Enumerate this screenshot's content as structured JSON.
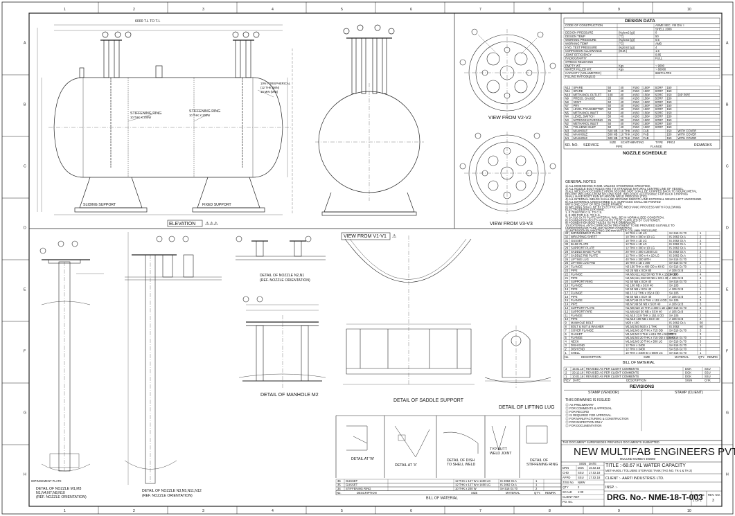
{
  "zones": {
    "columns": [
      "1",
      "2",
      "3",
      "4",
      "5",
      "6",
      "7",
      "8",
      "9",
      "10"
    ],
    "rows": [
      "A",
      "B",
      "C",
      "D",
      "E",
      "F",
      "G",
      "H"
    ]
  },
  "views": {
    "elevation": "ELEVATION",
    "view_v1": "VIEW FROM V1-V1",
    "view_v2": "VIEW FROM V2-V2",
    "view_v3": "VIEW FROM V3-V3",
    "nozzle_m1": [
      "DETAIL OF NOZZLE M1,M3",
      "N1,N4,N7,N8,N10",
      "(REF. NOZZLE ORIENTATION)"
    ],
    "nozzle_n3": [
      "DETAIL OF NOZZLE N3,N5,N11,N12",
      "(REF. NOZZLE ORIENTATION)"
    ],
    "nozzle_n2": [
      "DETAIL OF NOZZLE N2,N1",
      "(REF. NOZZLE ORIENTATION)"
    ],
    "manhole": "DETAIL OF MANHOLE M2",
    "saddle": "DETAIL OF SADDLE SUPPORT",
    "lifting_lug": "DETAIL OF LIFTING LUG",
    "detail_w": "DETAIL AT 'W'",
    "detail_x": "DETAIL AT 'X'",
    "detail_dish": [
      "DETAIL OF DISH",
      "TO SHELL WELD"
    ],
    "typ_butt": [
      "TYP BUTT",
      "WELD JOINT"
    ],
    "stiff_ring": [
      "DETAIL OF",
      "STIFFENING RING"
    ]
  },
  "elevation_labels": {
    "stiffening_ring_1": [
      "STIFFENING RING",
      "10 THK X 200W"
    ],
    "stiffening_ring_2": [
      "STIFFENING RING",
      "10 THK X 200W"
    ],
    "torispherical": [
      "10%  TORISPHERICAL",
      "(12 THK (MIN)",
      "10 MIN (MIN)"
    ],
    "sliding_support": "SLIDING SUPPORT",
    "fixed_support": "FIXED SUPPORT",
    "impingement": "IMPINGEMENT PLATE",
    "dim_top": "6000 T.L TO T.L"
  },
  "design_data": {
    "title": "DESIGN DATA",
    "rows": [
      [
        "CODE OF CONSTRUCTION",
        "",
        "ASME SEC. VIII DIV. I"
      ],
      [
        "",
        "",
        "SHELL 2008"
      ],
      [
        "DESIGN PRESSURE",
        "(Kg/cm2 (g))",
        "0"
      ],
      [
        "DESIGN TEMP",
        "(°C)",
        "50"
      ],
      [
        "WORKING PRESSURE",
        "(Kg/cm2 (g))",
        "0.5"
      ],
      [
        "WORKING TEMP",
        "(°C)",
        "AMB"
      ],
      [
        "HYD. TEST PRESSURE",
        "(Kg/cm2 (g))",
        "4"
      ],
      [
        "CORROSION ALLOWANCE",
        "(M.M.)",
        "1.5"
      ],
      [
        "JOINT EFFICIENCY",
        "",
        "0.85"
      ],
      [
        "RADIOGRAPHY",
        "",
        "FULL"
      ],
      [
        "STRESS RELIEVING",
        "",
        ""
      ],
      [
        "EMPTY WT.",
        "Kgs",
        "~ 9000"
      ],
      [
        "WATER FILLED WT.",
        "Kgs",
        "~ 80000"
      ],
      [
        "CAPACITY (VOLUMETRIC)",
        "",
        "68670 LTRS"
      ],
      [
        "FILLING RATIO(Kg/Ltr)",
        "",
        ""
      ]
    ]
  },
  "nozzle_schedule": {
    "title": "NOZZLE SCHEDULE",
    "headers": [
      "SR. NO.",
      "SERVICE",
      "SIZE",
      "SCH/THK",
      "RATING",
      "TYPE",
      "PROJ",
      "REMARKS"
    ],
    "sub_pipe": "PIPE",
    "sub_flange": "FLANGE",
    "rows": [
      [
        "N12",
        "SPARE",
        "50",
        "40",
        "#150",
        "150#",
        "SORF",
        "150",
        ""
      ],
      [
        "N11",
        "SPARE",
        "50",
        "40",
        "#150",
        "150#",
        "SORF",
        "150",
        ""
      ],
      [
        "N10",
        "METHANOL OUTLET",
        "100",
        "40",
        "#150",
        "150#",
        "SORF",
        "150",
        "DIP PIPE"
      ],
      [
        "N9",
        "PRESS. GAUGE",
        "25",
        "80",
        "#150",
        "150#",
        "SORF",
        "150",
        ""
      ],
      [
        "N8",
        "VENT",
        "50",
        "40",
        "#150",
        "150#",
        "SORF",
        "150",
        ""
      ],
      [
        "N7",
        "PRV",
        "50",
        "40",
        "#150",
        "150#",
        "SORF",
        "150",
        ""
      ],
      [
        "N6",
        "LEVEL TRANSMITTER",
        "50",
        "40",
        "#150",
        "150#",
        "SORF",
        "150",
        ""
      ],
      [
        "N5",
        "METHANOL INLET",
        "50",
        "40",
        "#150",
        "150#",
        "SORF",
        "150",
        ""
      ],
      [
        "N4",
        "LEVEL SWITCH",
        "50",
        "40",
        "#150",
        "150#",
        "SORF",
        "150",
        ""
      ],
      [
        "N3",
        "NITROGEN PURGING",
        "25",
        "80",
        "#150",
        "150#",
        "SORF",
        "150",
        ""
      ],
      [
        "N2",
        "METHANOL INLET",
        "50",
        "40",
        "#150",
        "150#",
        "SORF",
        "150",
        ""
      ],
      [
        "N1",
        "TOLUENE INLET",
        "50",
        "40",
        "#150",
        "150#",
        "SORF",
        "150",
        ""
      ],
      [
        "M3",
        "MANHOLE",
        "500 NB",
        "10 THK",
        "#150",
        "FAB",
        "",
        "150",
        "WITH COVER"
      ],
      [
        "M2",
        "MANHOLE",
        "500 NB",
        "10 THK",
        "#150",
        "FAB",
        "",
        "150",
        "WITH COVER"
      ],
      [
        "M1",
        "MANHOLE",
        "500 NB",
        "10 THK",
        "#150",
        "FAB",
        "",
        "150",
        "WITH COVER"
      ]
    ]
  },
  "general_notes": {
    "title": "GENERAL NOTES",
    "lines": [
      "1) ALL DIMENSIONS IN MM. UNLESS OTHERWISE SPECIFIED.",
      "2) ALL NOZZLE BOLT HOLES ARE TO STRADDLE NATURAL CENTRE LINE OF VESSEL.",
      "3) ALL WELDS ACCESSIBLE FROM SECOND SIDE SHALL BE CHIPPED BACK TO SOUND METAL",
      "   BEFORE WELDING FROM SECOND SIDE. WELD NOT ACCESSIBLE FOR BACK CHIPPING",
      "   SHALL HAVE ROOT RUN BY ARGON WELD PROCESS (TIG).",
      "4) ALL INTERNAL WELDS SHALL BE GROUND SMOOTH AND EXTERNAL WELDS LEFT UNGROUND.",
      "5) ALL EXTERNAL UNMACHINED C.S. SURFACES SHALL BE PAINTED",
      "   WITH ONE COAT OF RED OXIDE PRIMER.",
      "6) WELDING SHALL BE BY ELECTRIC ARC MECHANIC PROCESS WITH FOLLOWING",
      "   ELECTRODES/FILLER WIRE.",
      "   1. E 7018 FOR C.S. TO C.S.",
      "   2. E 309 FOR S.S. TO C.S.",
      "7) SA 516 Gr.70 PLATE MATERIAL WILL BE IN NORMALIZED CONDITION.",
      "8) FOUNDATION BOLTS AND NUTS TO BE SUPPLIED BY CUSTOMER.",
      "9) FOUNDATION BOLT HOLES AS PER DIMENSION.",
      "10) EXTERNAL ANTI-CORROSION TREATMENT TO BE PROVIDED SUITABLE TO",
      "    UNDERGROUND TANK AND WATER CONDITION.",
      "11) NITROGEN BLANKETING 100 mm WATER COLUMN PRESSURE."
    ]
  },
  "bill_of_material": {
    "title": "BILL OF MATERIAL",
    "headers": [
      "No.",
      "DESCRIPTION",
      "SIZE",
      "MATERIAL",
      "QTY.",
      "REMRK"
    ],
    "rows": [
      [
        "33",
        "IMPINGEMENT PLATE",
        "10 THK x 1D LG",
        "SA 516 Gr.70",
        "1",
        ""
      ],
      [
        "32",
        "WRAPPING SHEET",
        "10 THK x 300 x 1D LG",
        "IS 2062 Gr.A",
        "2",
        ""
      ],
      [
        "31",
        "GUSSET",
        "10 THK x 1D LG",
        "IS 2062 Gr.A",
        "2",
        ""
      ],
      [
        "30",
        "BASE PLATE",
        "12 THK x 1D LG",
        "IS 2062 Gr.A",
        "2",
        ""
      ],
      [
        "29",
        "SUPPORT PLATE",
        "12 THK x 300 x 1D LG",
        "IS 2062 Gr.A",
        "2",
        ""
      ],
      [
        "28",
        "SADDLE BASE PLATE",
        "20 THK x 300 x 2400 LG",
        "IS 2062 Gr.A",
        "2",
        ""
      ],
      [
        "27",
        "SADDLE RIB PLATE",
        "12 THK x 300 x 4 x 1D LG",
        "IS 2062 Gr.A",
        "2",
        ""
      ],
      [
        "26",
        "LIFTING LUG",
        "40 THK x 300 WTH",
        "SA 516 Gr.70",
        "2",
        ""
      ],
      [
        "25",
        "LIFTING LUG PAD",
        "16 THK x 1D x 200",
        "SA 516 Gr.70",
        "2",
        ""
      ],
      [
        "24",
        "FLANGE",
        "N3 150 THK x 400 OD x 40 ID",
        "SA 516 Gr.70",
        "1",
        ""
      ],
      [
        "23",
        "PIPE",
        "N3 25 NB x SCH 80",
        "A 106 Gr.B",
        "1",
        ""
      ],
      [
        "22",
        "FLANGE",
        "N4,N5,N11,N12 50 NB THK x 152.4 OD",
        "SA 105",
        "4",
        ""
      ],
      [
        "21",
        "PIPE",
        "N4,N5,N11,N12 50 NB x SCH 40",
        "A 106 Gr.B",
        "4",
        ""
      ],
      [
        "20",
        "SUPPORT RING",
        "N1 50 NB x SCH 40",
        "SA 516 Gr.70",
        "1",
        ""
      ],
      [
        "19",
        "FLANGE",
        "N2 100 NB x SCH 40",
        "SA 105",
        "1",
        ""
      ],
      [
        "18",
        "PIPE",
        "N2 50 NB x SCH 40",
        "A 106 Gr.B",
        "1",
        ""
      ],
      [
        "17",
        "FLANGE",
        "N6 17.12 THK x 152.4 OD",
        "SA 105",
        "1",
        ""
      ],
      [
        "16",
        "PIPE",
        "N6 50 NB x SCH 40",
        "A 106 Gr.B",
        "1",
        ""
      ],
      [
        "15",
        "FLANGE",
        "N8,N7,N9 23.9 THK x 152.4 OD",
        "SA 105",
        "3",
        ""
      ],
      [
        "14",
        "PIPE",
        "N8,N7,N9 50 NB x SCH 40",
        "A 106 Gr.B",
        "3",
        ""
      ],
      [
        "13",
        "SUPPORT PLATE",
        "N1,N8,N10 10 THK x 300 x 1D LG",
        "SA 516 Gr.70",
        "3",
        ""
      ],
      [
        "12",
        "SUPPORT PIPE",
        "N1,N8,N10 50 NB x SCH 40",
        "A 106 Gr.B",
        "3",
        ""
      ],
      [
        "11",
        "FLANGE",
        "N1,N10 23.9 THK x 152.4 OD",
        "SA 105",
        "2",
        ""
      ],
      [
        "10",
        "PIPE",
        "N1,N10 100 NB x SCH 40",
        "A 106 Gr.B",
        "2",
        ""
      ],
      [
        "9",
        "MANHOLE BOLT",
        "M20 x 100",
        "IS 2062 Gr.A",
        "60",
        ""
      ],
      [
        "8",
        "BOLT & NUT & WASHER",
        "M1,M2,M3 M20 x 1 THK",
        "IS 2062",
        "60",
        ""
      ],
      [
        "7",
        "COVER FLANGE",
        "M1,M2,M3 16 THK x 715 OD",
        "SA 516 Gr.70",
        "3",
        ""
      ],
      [
        "6",
        "GASKET",
        "M1,M2,M3 3 THK x 615 OD x 520 ID",
        "PTFE",
        "3",
        ""
      ],
      [
        "5",
        "FLANGE",
        "M1,M2,M3 20 THK x 715 OD x 520 ID",
        "SA 516 Gr.70",
        "3",
        ""
      ],
      [
        "4",
        "NECK",
        "M1,M2,M3 10 THK x 500 LG",
        "SA 516 Gr.70",
        "3",
        ""
      ],
      [
        "3",
        "DISH END",
        "12 THK x 3400",
        "SA 516 Gr.70",
        "1",
        ""
      ],
      [
        "2",
        "DISH END",
        "12 THK x 3400",
        "SA 516 Gr.70",
        "1",
        ""
      ],
      [
        "1",
        "SHELL",
        "10 THK x 3400 ID x 6000 LG",
        "SA 516 Gr.70",
        "1",
        ""
      ]
    ]
  },
  "bom_bottom": {
    "title": "BILL OF MATERIAL",
    "headers": [
      "No.",
      "DESCRIPTION",
      "SIZE",
      "MATERIAL",
      "QTY.",
      "REMRK"
    ],
    "rows": [
      [
        "36",
        "GUSSET",
        "12 THK x 127 W x 1400 LG",
        "IS 2062 Gr.A",
        "1",
        ""
      ],
      [
        "35",
        "GUSSET",
        "12 THK x 127 W x 1400 LG",
        "IS 2062 Gr.A",
        "1",
        ""
      ],
      [
        "34",
        "STIFFENING RING",
        "10 THK x 200 W",
        "SA 516 Gr.70",
        "2",
        ""
      ]
    ]
  },
  "revisions": {
    "title": "REVISIONS",
    "headers": [
      "REV",
      "DATE",
      "DESCRIPTION",
      "SIGN",
      "CHK"
    ],
    "rows": [
      [
        "3",
        "15.01.18",
        "REVISED AS PER CLIENT COMMENTS",
        "DGK",
        "SSU"
      ],
      [
        "2",
        "29.12.18",
        "REVISED AS PER CLIENT COMMENTS",
        "DGK",
        "SSU"
      ],
      [
        "1",
        "10.01.18",
        "REVISED AS PER CLIENT COMMENTS",
        "DGK",
        "SSU"
      ]
    ],
    "stamp_vendor": "STAMP (VENDOR)",
    "stamp_client": "STAMP (CLIENT)"
  },
  "issue_box": {
    "title": "THIS DRAWING IS ISSUED",
    "items": [
      "AS PRELIMINARY",
      "FOR COMMENTS & APPROVAL",
      "FOR RECORD",
      "IS REQUIRED FOR APPROVAL",
      "FOR MANUFACTURING & CONSTRUCTION",
      "FOR INSPECTION ONLY",
      "FOR DOCUMENTATION"
    ]
  },
  "title_block": {
    "supersedes": "THE DOCUMENT SUPERSEDES PREVIOUS DOCUMENTS SUBMITTED",
    "company": "NEW MULTIFAB ENGINEERS PVT. LTD.",
    "address": "MULUND MUMBAI 400080",
    "sign_headers": [
      "SIGN",
      "DATE"
    ],
    "drn": [
      "DRN",
      "DGK",
      "16.02.18"
    ],
    "chd": [
      "CHD",
      "SSU",
      "17.02.18"
    ],
    "appd": [
      "APPD",
      "SSU",
      "17.02.18"
    ],
    "zss": [
      "Z/SS No",
      "NMW"
    ],
    "qty": [
      "QTY",
      "2"
    ],
    "scale": [
      "SCALE",
      "1:30"
    ],
    "client_ref": [
      "CLIENT REF",
      ""
    ],
    "po": [
      "PO. No.",
      ""
    ],
    "title_line1": "TITLE :-68.67 KL WATER CAPACITY",
    "title_line2": "METHANOL / TOLUENE STORAGE TANK (TAG NO. TK-1 & TK-2)",
    "client": "CLIENT :-  AARTI INDUSTRIES LTD.",
    "insp": "INSP. :-",
    "drg_no": "DRG. No.- NME-18-T-003",
    "sht_no": [
      "SHT. NO.",
      "1 OF 1"
    ],
    "rev_no": [
      "REV. NO.",
      "3"
    ]
  }
}
